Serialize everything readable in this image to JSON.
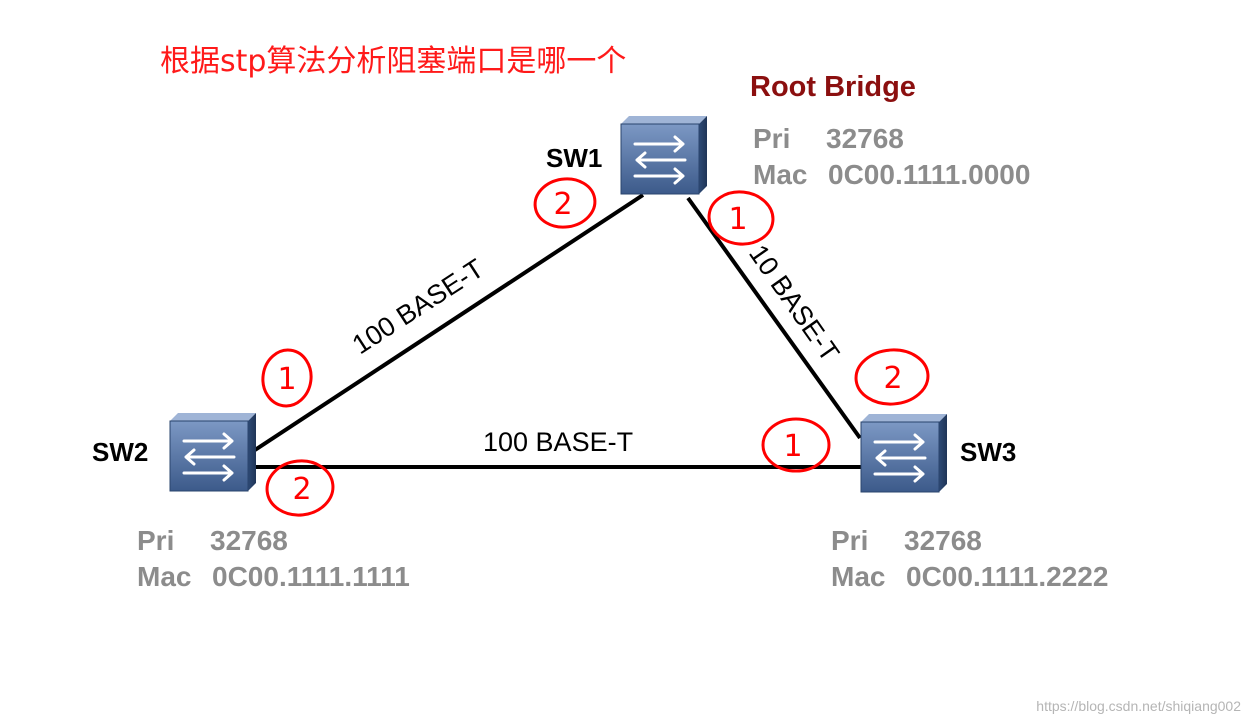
{
  "title": "根据stp算法分析阻塞端口是哪一个",
  "root_bridge_label": "Root Bridge",
  "switches": {
    "sw1": {
      "name": "SW1",
      "pri_label": "Pri",
      "pri": "32768",
      "mac_label": "Mac",
      "mac": "0C00.1111.0000"
    },
    "sw2": {
      "name": "SW2",
      "pri_label": "Pri",
      "pri": "32768",
      "mac_label": "Mac",
      "mac": "0C00.1111.1111"
    },
    "sw3": {
      "name": "SW3",
      "pri_label": "Pri",
      "pri": "32768",
      "mac_label": "Mac",
      "mac": "0C00.1111.2222"
    }
  },
  "links": {
    "sw1_sw2": "100 BASE-T",
    "sw1_sw3": "10 BASE-T",
    "sw2_sw3": "100 BASE-T"
  },
  "port_annotations": {
    "sw1_to_sw2": "2",
    "sw1_to_sw3": "1",
    "sw2_to_sw1": "1",
    "sw2_to_sw3": "2",
    "sw3_to_sw1": "2",
    "sw3_to_sw2": "1"
  },
  "colors": {
    "title": "#ff1a1a",
    "root_bridge": "#8b0f0f",
    "info_text": "#8c8c8c",
    "annotation": "#ff0000",
    "switch_body": "#4f6e9e"
  },
  "watermark": "https://blog.csdn.net/shiqiang002"
}
